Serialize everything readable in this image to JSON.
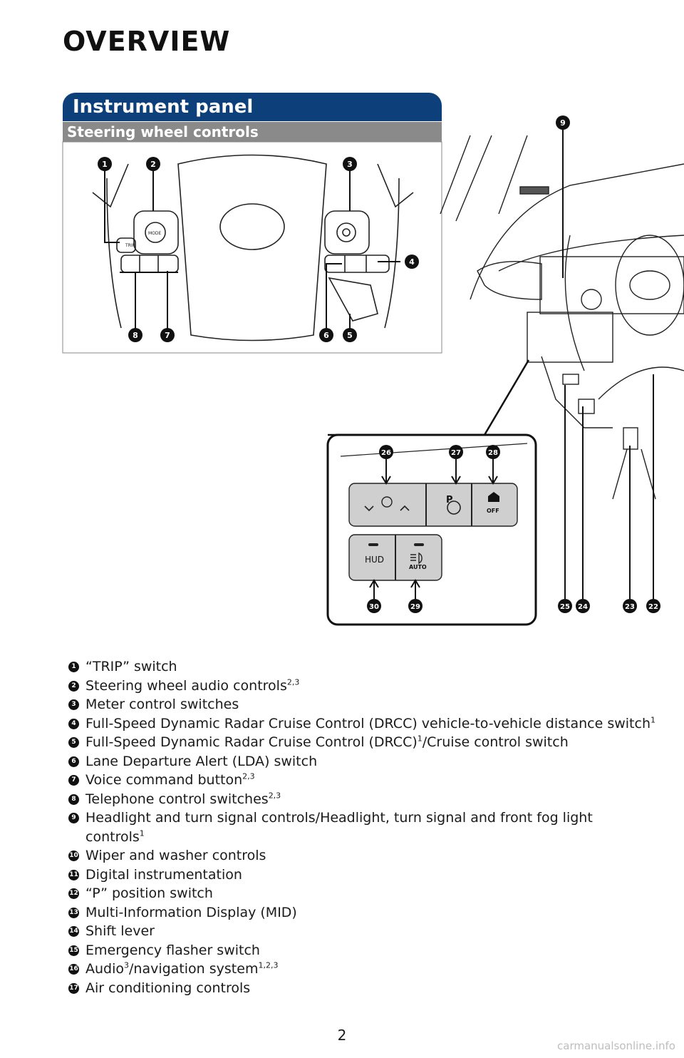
{
  "page_title": "OVERVIEW",
  "section_title": "Instrument panel",
  "subsection_title": "Steering wheel controls",
  "callouts_wheel": [
    "1",
    "2",
    "3",
    "4",
    "5",
    "6",
    "7",
    "8"
  ],
  "callout_headlight": "9",
  "callouts_lower": [
    "22",
    "23",
    "24",
    "25"
  ],
  "callouts_inset": [
    "26",
    "27",
    "28",
    "29",
    "30"
  ],
  "switch_labels": {
    "trip": "TRIP",
    "mode": "MODE",
    "hud": "HUD",
    "auto": "AUTO",
    "off": "OFF",
    "p": "P"
  },
  "legend": [
    {
      "num": "1",
      "text": "“TRIP” switch",
      "sup": ""
    },
    {
      "num": "2",
      "text": "Steering wheel audio controls",
      "sup": "2,3"
    },
    {
      "num": "3",
      "text": "Meter control switches",
      "sup": ""
    },
    {
      "num": "4",
      "text": "Full-Speed Dynamic Radar Cruise Control (DRCC) vehicle-to-vehicle distance switch",
      "sup": "1"
    },
    {
      "num": "5",
      "text": "Full-Speed Dynamic Radar Cruise Control (DRCC)",
      "sup": "1",
      "after": "/Cruise control switch"
    },
    {
      "num": "6",
      "text": "Lane Departure Alert (LDA) switch",
      "sup": ""
    },
    {
      "num": "7",
      "text": "Voice command button",
      "sup": "2,3"
    },
    {
      "num": "8",
      "text": "Telephone control switches",
      "sup": "2,3"
    },
    {
      "num": "9",
      "text": "Headlight and turn signal controls/Headlight, turn signal and front fog light",
      "sup": ""
    },
    {
      "num": "",
      "text": "controls",
      "sup": "1"
    },
    {
      "num": "10",
      "text": "Wiper and washer controls",
      "sup": ""
    },
    {
      "num": "11",
      "text": "Digital instrumentation",
      "sup": ""
    },
    {
      "num": "12",
      "text": "“P” position switch",
      "sup": ""
    },
    {
      "num": "13",
      "text": "Multi-Information Display (MID)",
      "sup": ""
    },
    {
      "num": "14",
      "text": "Shift lever",
      "sup": ""
    },
    {
      "num": "15",
      "text": "Emergency flasher switch",
      "sup": ""
    },
    {
      "num": "16",
      "text": "Audio",
      "sup": "3",
      "after": "/navigation system",
      "sup2": "1,2,3"
    },
    {
      "num": "17",
      "text": "Air conditioning controls",
      "sup": ""
    }
  ],
  "page_number": "2",
  "watermark": "carmanualsonline.info"
}
